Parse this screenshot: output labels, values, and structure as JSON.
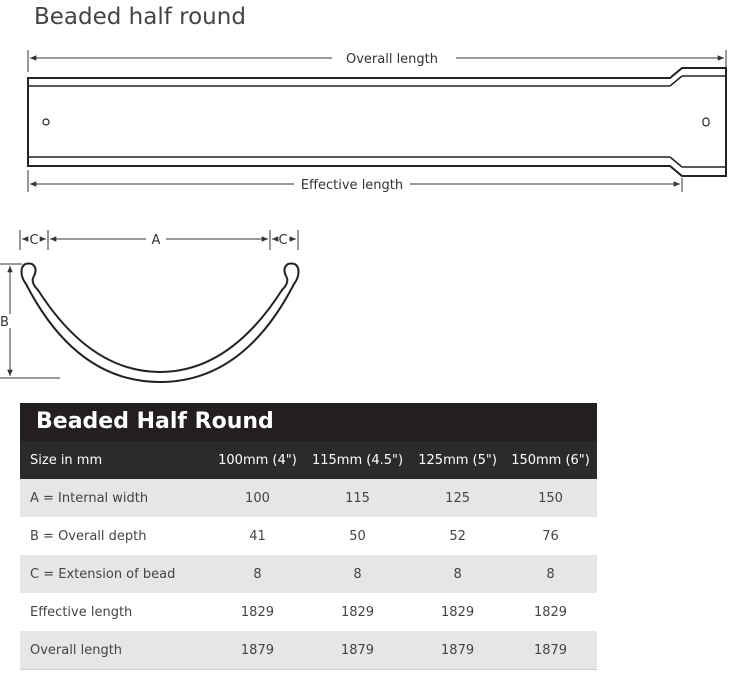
{
  "title": "Beaded half round",
  "diagram": {
    "overall_length_label": "Overall length",
    "effective_length_label": "Effective length",
    "dim_a": "A",
    "dim_b": "B",
    "dim_c_left": "C",
    "dim_c_right": "C"
  },
  "table": {
    "title": "Beaded Half Round",
    "header": [
      "Size in mm",
      "100mm (4\")",
      "115mm (4.5\")",
      "125mm (5\")",
      "150mm (6\")"
    ],
    "rows": [
      {
        "label": "A = Internal width",
        "values": [
          "100",
          "115",
          "125",
          "150"
        ]
      },
      {
        "label": "B = Overall depth",
        "values": [
          "41",
          "50",
          "52",
          "76"
        ]
      },
      {
        "label": "C = Extension of bead",
        "values": [
          "8",
          "8",
          "8",
          "8"
        ]
      },
      {
        "label": "Effective length",
        "values": [
          "1829",
          "1829",
          "1829",
          "1829"
        ]
      },
      {
        "label": "Overall length",
        "values": [
          "1879",
          "1879",
          "1879",
          "1879"
        ]
      }
    ]
  },
  "colors": {
    "header_dark": "#231f20",
    "row_shade": "#e6e6e6"
  }
}
